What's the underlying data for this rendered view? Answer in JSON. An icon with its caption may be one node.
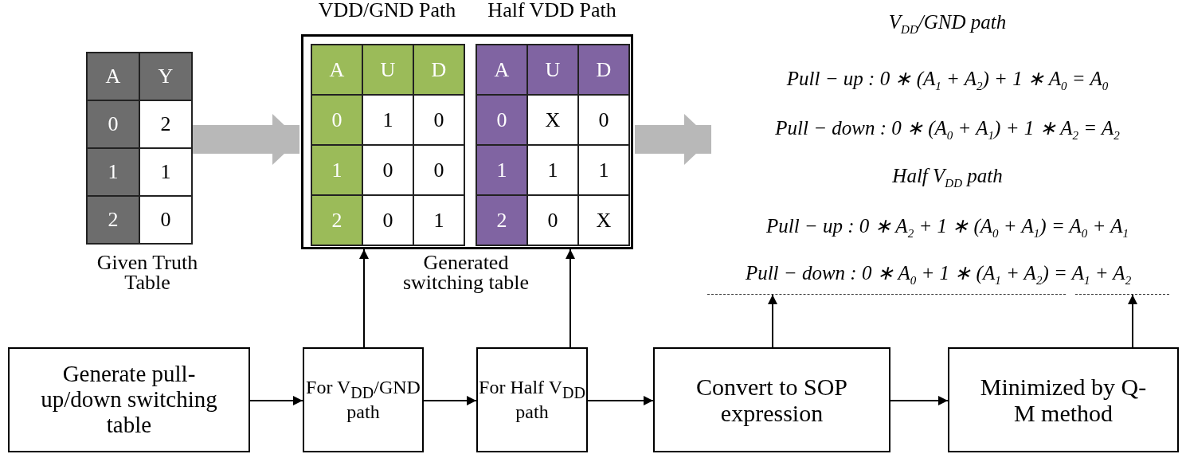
{
  "diagram": {
    "nodes": [
      {
        "text": [
          "Generate pull-up/down switching table"
        ]
      },
      {
        "text": [
          "For V$_{DD}$/GND path"
        ]
      },
      {
        "text": [
          "For Half V$_{DD}$ path"
        ]
      },
      {
        "text": [
          "Convert to SOP expression"
        ]
      },
      {
        "text": [
          "Minimized by Q-M method"
        ]
      },
      {
        "text": [
          "A",
          "Y",
          "0",
          "2",
          "1",
          "1",
          "2",
          "0"
        ],
        "beside": [
          "Given Truth Table"
        ]
      },
      {
        "text": [],
        "shape": "box",
        "beside": [
          "Generated switching table"
        ]
      },
      {
        "text": [
          "VDD/GND Path",
          "A",
          "U",
          "D",
          "0",
          "1",
          "0",
          "1",
          "0",
          "0",
          "2",
          "0",
          "1"
        ],
        "in": 6
      },
      {
        "text": [
          "Half VDD Path",
          "A",
          "U",
          "D",
          "0",
          "X",
          "0",
          "1",
          "1",
          "1",
          "2",
          "0",
          "X"
        ],
        "in": 6
      },
      {
        "text": [
          "V$_{DD}$/GND path",
          "Pull − up : 0 ∗ (A$_{1}$ + A$_{2}$) + 1 ∗ A$_{0}$ = A$_{0}$",
          "Pull − down : 0 ∗ (A$_{0}$ + A$_{1}$) + 1 ∗ A$_{2}$ = A$_{2}$",
          "Half V$_{DD}$ path",
          "Pull − up : 0 ∗ A$_{2}$ + 1 ∗ (A$_{0}$ + A$_{1}$) = A$_{0}$ + A$_{1}$"
        ]
      },
      {
        "text": [
          "Pull − down : 0 ∗ A$_{0}$ + 1 ∗ (A$_{1}$ + A$_{2}$) = A$_{1}$ + A$_{2}$"
        ]
      }
    ],
    "edges": [
      {
        "from": 0,
        "to": 1,
        "arrow": "to"
      },
      {
        "from": 1,
        "to": 2,
        "arrow": "to"
      },
      {
        "from": 2,
        "to": 3,
        "arrow": "to"
      },
      {
        "from": 3,
        "to": 4,
        "arrow": "to"
      },
      {
        "from": 1,
        "to": 6,
        "arrow": "to"
      },
      {
        "from": 2,
        "to": 6,
        "arrow": "to"
      },
      {
        "from": 3,
        "to": 10,
        "arrow": "to"
      },
      {
        "from": 4,
        "to": 10,
        "arrow": "to"
      },
      {
        "from": 5,
        "to": 6,
        "arrow": "to",
        "style": "thick",
        "color": "#b8b8b8"
      },
      {
        "from": 6,
        "to": 9,
        "arrow": "to",
        "style": "thick",
        "color": "#b8b8b8"
      }
    ]
  }
}
